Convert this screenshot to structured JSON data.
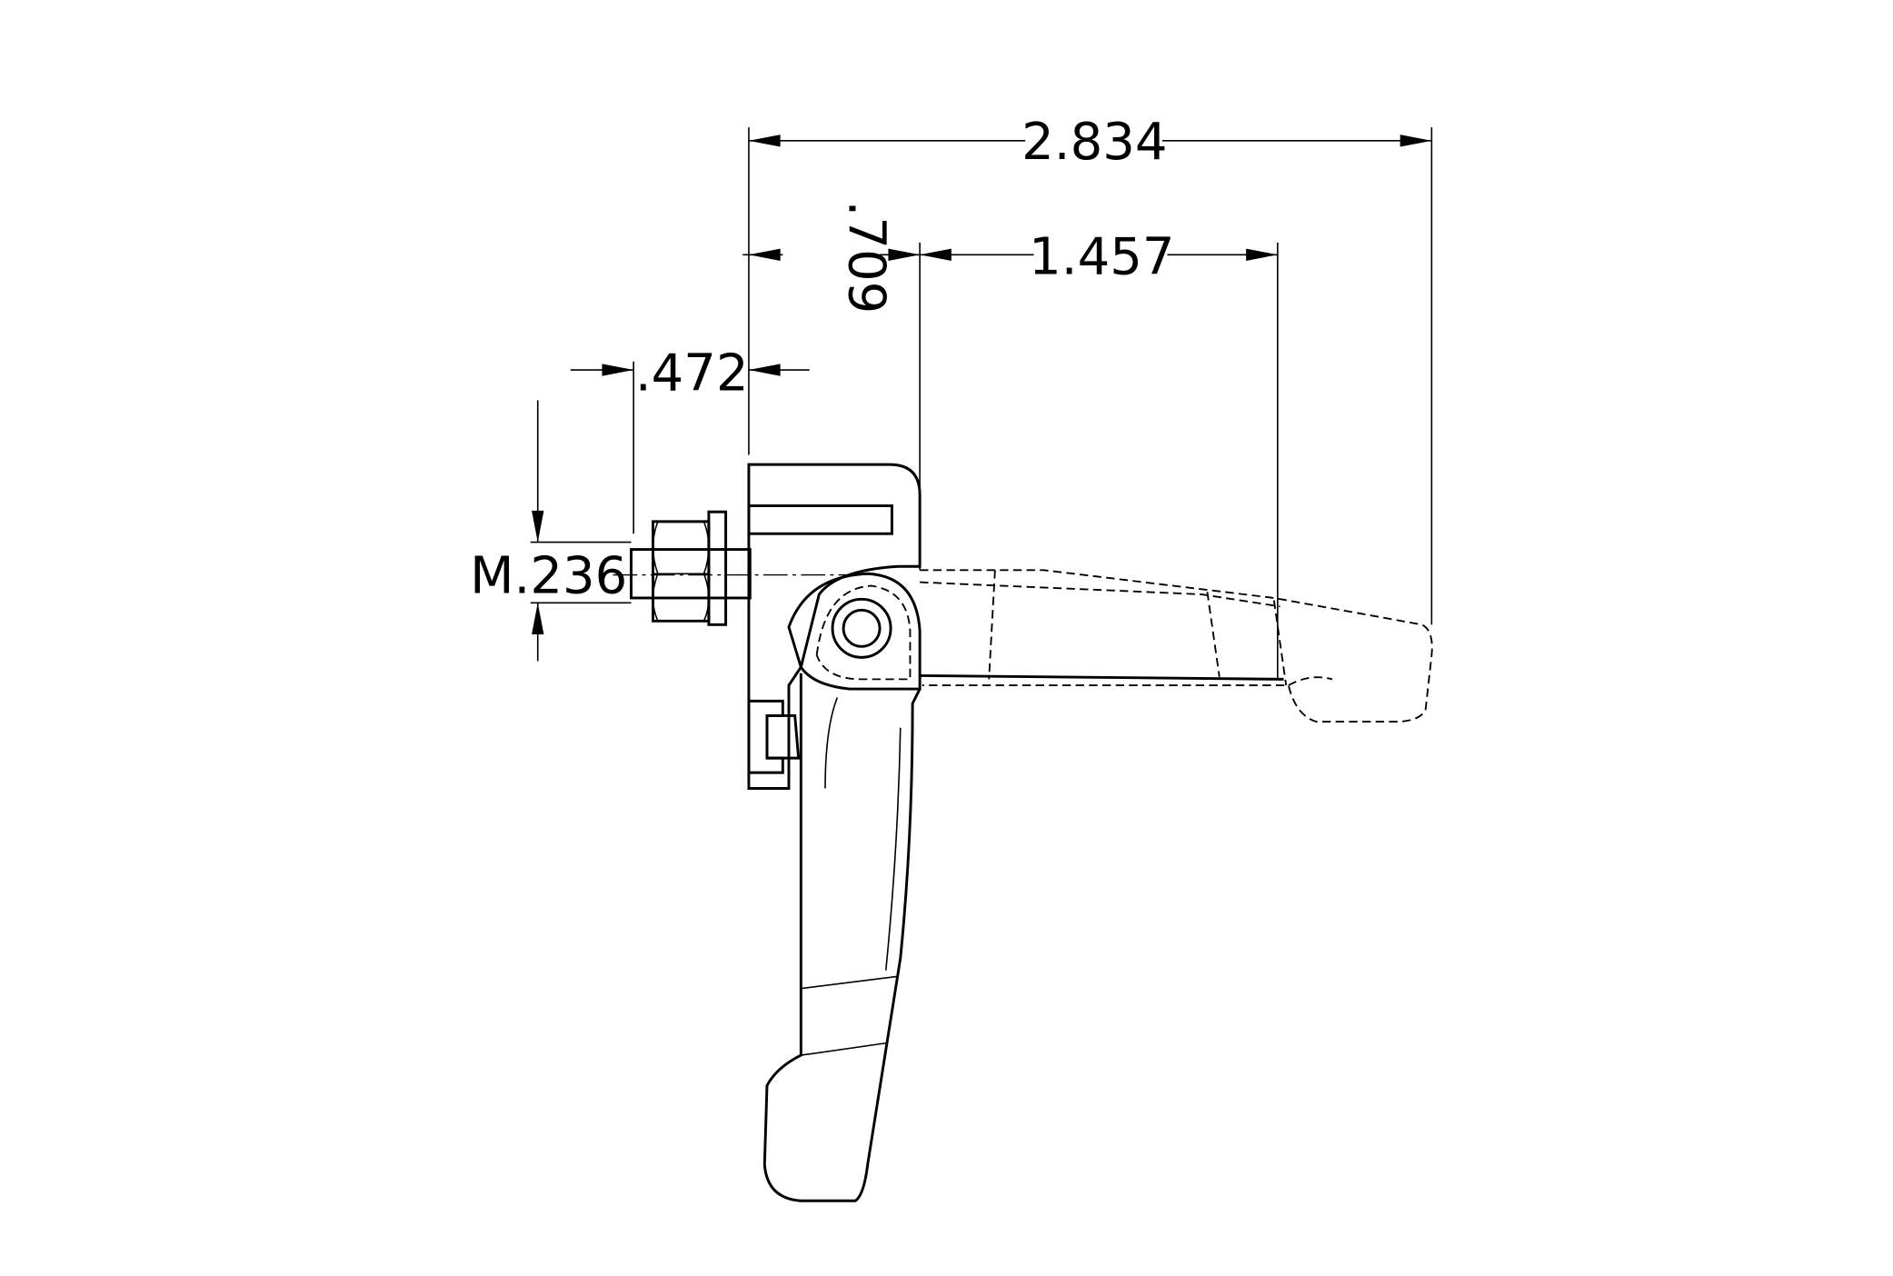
{
  "drawing": {
    "title": "Cam lever latch — technical drawing",
    "line_color": "#000000",
    "background": "#ffffff",
    "dimensions": {
      "overall_length": "2.834",
      "pivot_offset": ".709",
      "handle_reach": "1.457",
      "bolt_projection": ".472",
      "thread": "M.236"
    }
  }
}
